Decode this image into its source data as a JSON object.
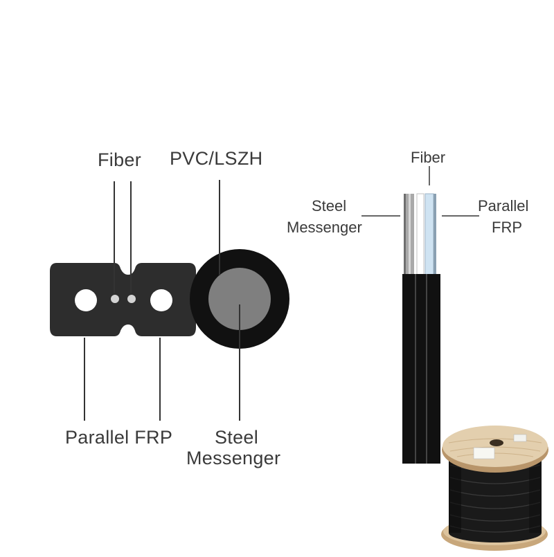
{
  "cross_section": {
    "labels": {
      "fiber": "Fiber",
      "jacket": "PVC/LSZH",
      "parallel_frp": "Parallel FRP",
      "steel_line1": "Steel",
      "steel_line2": "Messenger"
    }
  },
  "side_view": {
    "labels": {
      "fiber": "Fiber",
      "steel_line1": "Steel",
      "steel_line2": "Messenger",
      "frp_line1": "Parallel",
      "frp_line2": "FRP"
    }
  },
  "colors": {
    "jacket": "#2b2b2b",
    "messenger_core": "#808080",
    "frp": "#ffffff",
    "fiber": "#c8c8c8",
    "leader_line": "#333333"
  }
}
